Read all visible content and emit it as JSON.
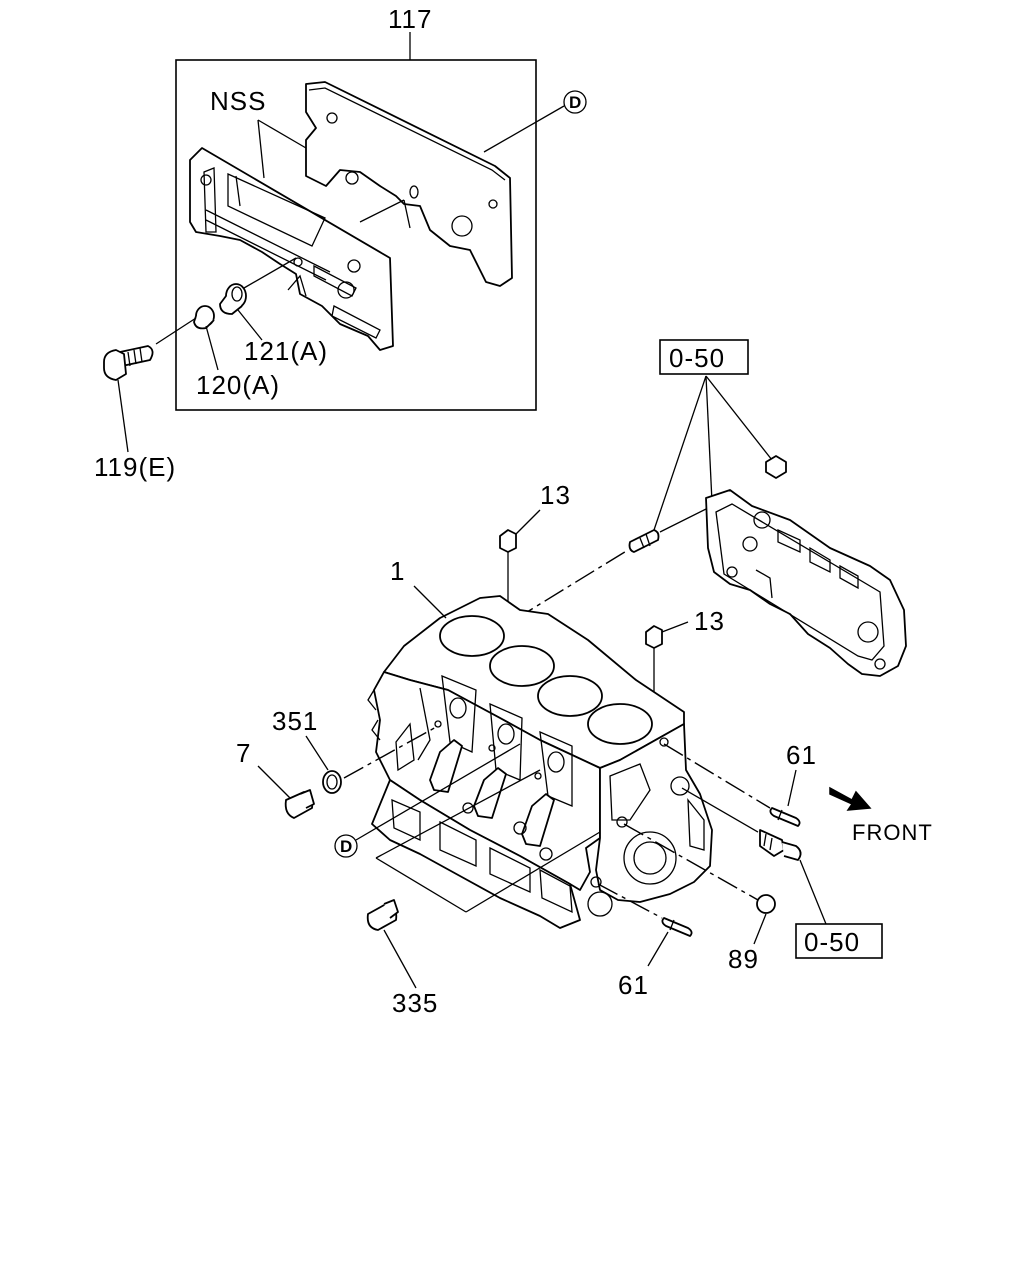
{
  "labels": {
    "assembly_117": "117",
    "nss": "NSS",
    "ref_d_top": "D",
    "ref_d_bottom": "D",
    "part_121": "121(A)",
    "part_120": "120(A)",
    "part_119": "119(E)",
    "ref_050_top": "0-50",
    "ref_050_bottom": "0-50",
    "part_13_left": "13",
    "part_13_right": "13",
    "part_1": "1",
    "part_351": "351",
    "part_7": "7",
    "part_61_right": "61",
    "part_61_bottom": "61",
    "part_89": "89",
    "part_335": "335",
    "front": "FRONT"
  }
}
